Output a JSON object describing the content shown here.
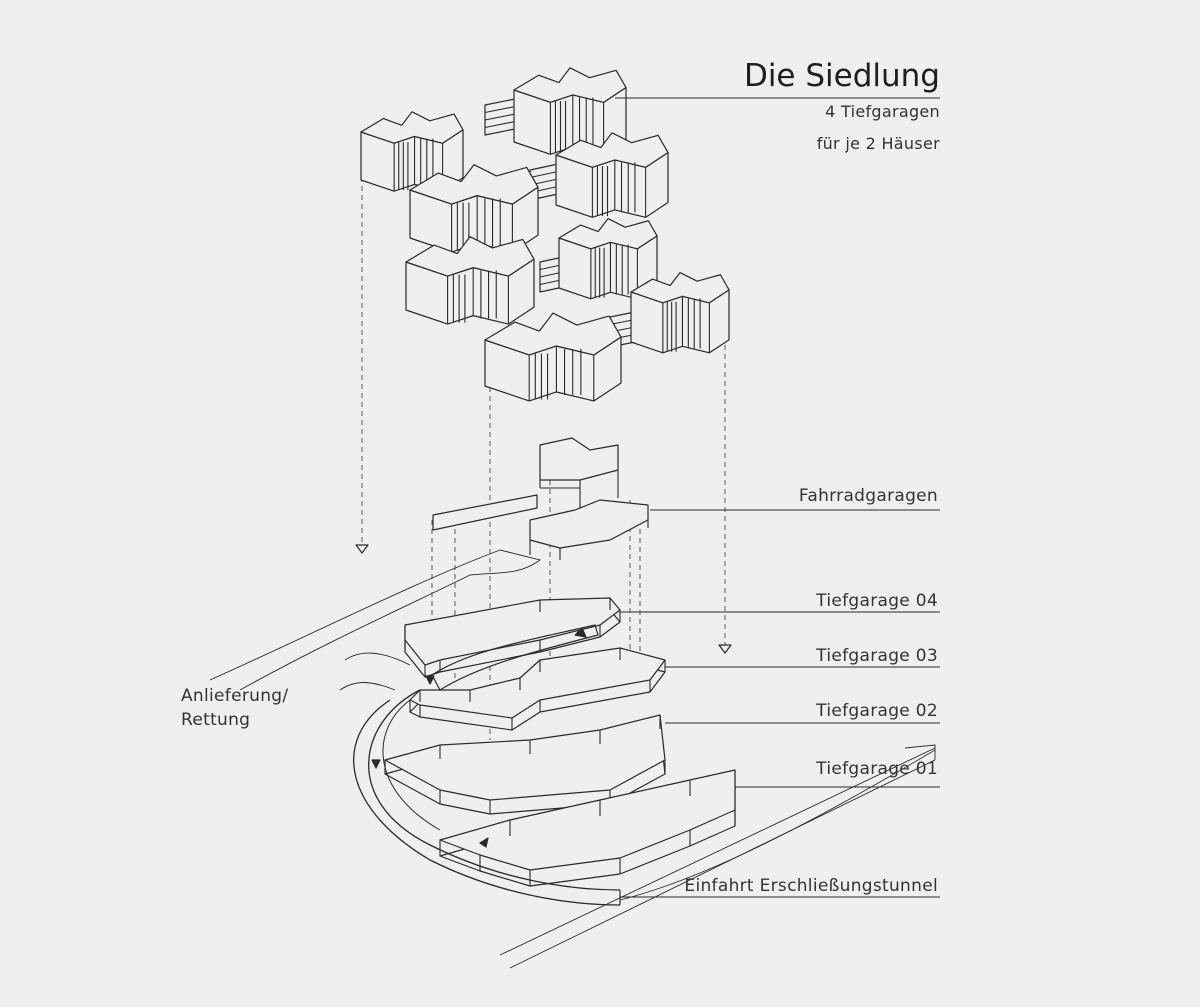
{
  "title": "Die Siedlung",
  "subtitle_line1": "4 Tiefgaragen",
  "subtitle_line2": "für je 2 Häuser",
  "labels": {
    "bike": "Fahrradgaragen",
    "tg04": "Tiefgarage 04",
    "tg03": "Tiefgarage 03",
    "tg02": "Tiefgarage 02",
    "tg01": "Tiefgarage 01",
    "tunnel": "Einfahrt Erschließungstunnel",
    "delivery_line1": "Anlieferung/",
    "delivery_line2": "Rettung"
  },
  "colors": {
    "background": "#efefef",
    "line": "#2a2a2a",
    "leader": "#555555"
  }
}
